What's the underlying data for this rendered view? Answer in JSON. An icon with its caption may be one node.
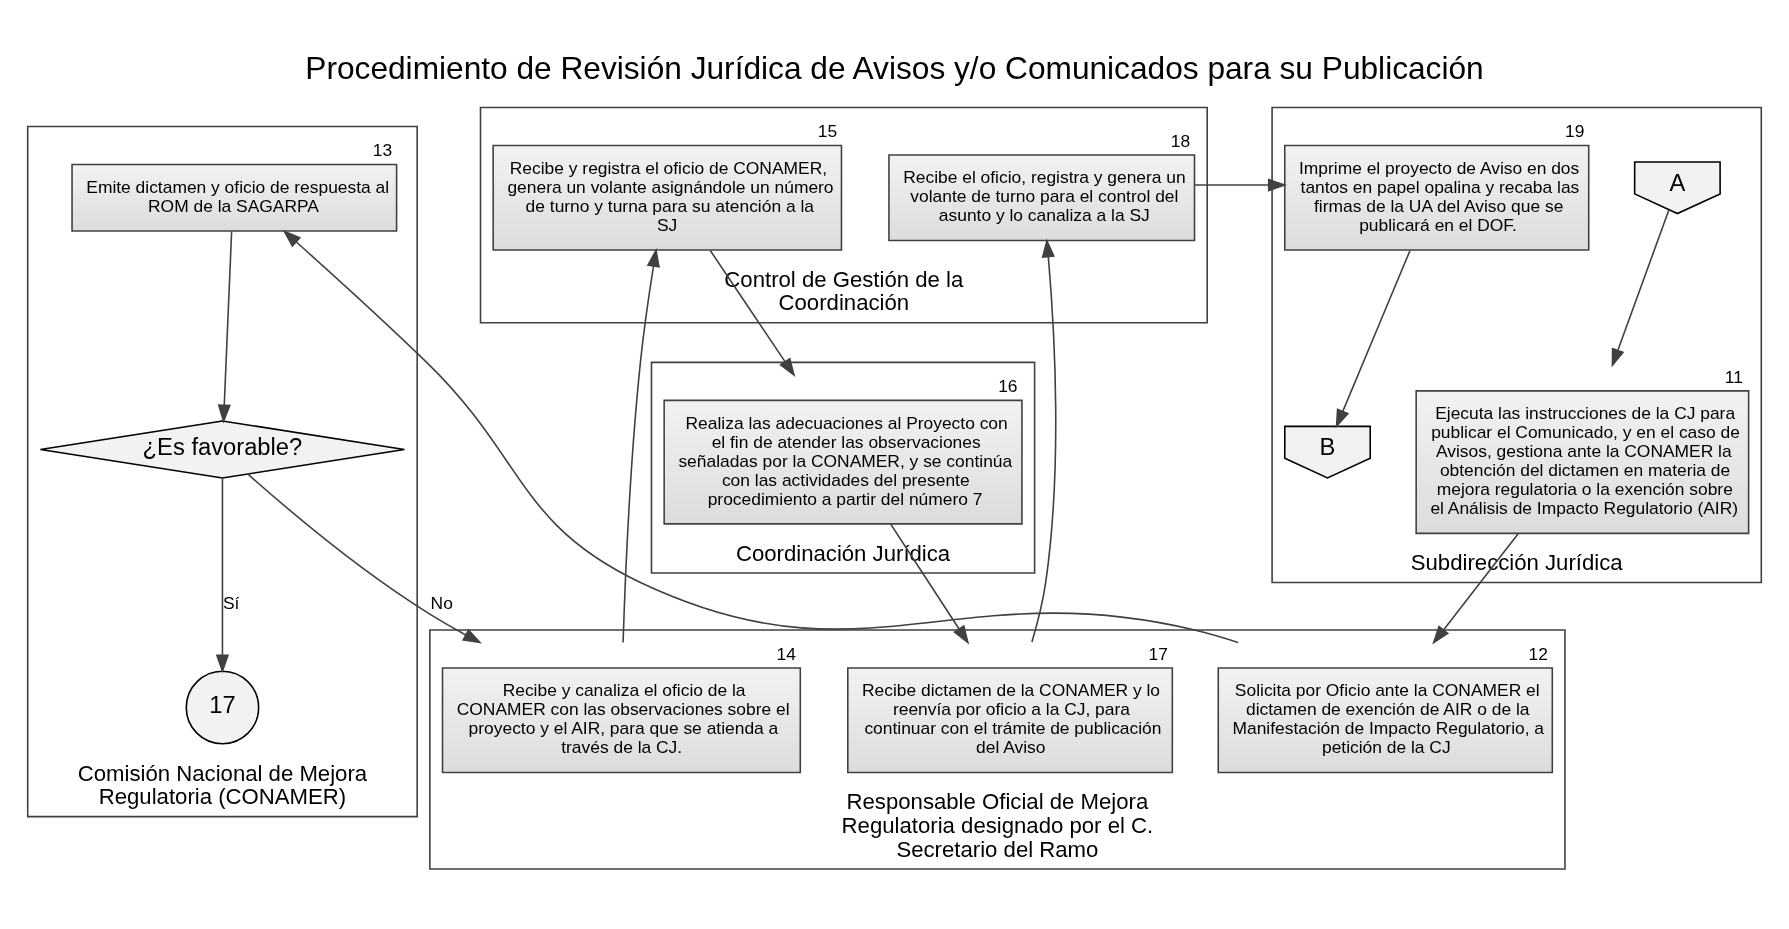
{
  "diagram": {
    "title": "Procedimiento de Revisión Jurídica de Avisos y/o Comunicados para su Publicación",
    "nodes": [
      {
        "text": [
          "Responsable Oficial de Mejora Regulatoria designado por el C. Secretario del Ramo"
        ]
      },
      {
        "text": [
          "Comisión Nacional de Mejora Regulatoria (CONAMER)"
        ]
      },
      {
        "text": [
          "Control de Gestión de la Coordinación"
        ]
      },
      {
        "text": [
          "Coordinación Jurídica"
        ]
      },
      {
        "text": [
          "Subdirección Jurídica"
        ]
      },
      {
        "text": [
          "A"
        ],
        "in": 4
      },
      {
        "text": [
          "Ejecuta las instrucciones de la CJ para publicar el Comunicado, y en el caso de Avisos, gestiona ante la CONAMER la obtención del dictamen en materia de mejora regulatoria o la exención sobre el Análisis de Impacto Regulatorio (AIR)"
        ],
        "beside": [
          "11"
        ],
        "in": 4
      },
      {
        "text": [
          "Solicita por Oficio ante la CONAMER el dictamen de exención de AIR o de la Manifestación de Impacto Regulatorio, a petición de la CJ"
        ],
        "beside": [
          "12"
        ],
        "in": 0
      },
      {
        "text": [
          "Emite dictamen y oficio de respuesta al ROM de la SAGARPA"
        ],
        "beside": [
          "13"
        ],
        "in": 1
      },
      {
        "text": [
          "¿Es favorable?"
        ],
        "in": 1
      },
      {
        "text": [
          "17"
        ],
        "in": 1
      },
      {
        "text": [
          "Recibe y canaliza el oficio de la CONAMER con las observaciones sobre el proyecto y el AIR, para que se atienda a través de la CJ."
        ],
        "beside": [
          "14"
        ],
        "in": 0
      },
      {
        "text": [
          "Recibe y registra el oficio de CONAMER, genera un volante asignándole un número de turno y turna para su atención a la SJ"
        ],
        "beside": [
          "15"
        ],
        "in": 2
      },
      {
        "text": [
          "Realiza las adecuaciones al Proyecto con el fin de atender las observaciones señaladas por la CONAMER, y se continúa con las actividades del presente procedimiento a partir del número 7"
        ],
        "beside": [
          "16"
        ],
        "in": 3
      },
      {
        "text": [
          "Recibe dictamen de la CONAMER y lo reenvía por oficio a la CJ, para continuar con el trámite de publicación del Aviso"
        ],
        "beside": [
          "17"
        ],
        "in": 0
      },
      {
        "text": [
          "Recibe el oficio, registra y genera un volante de turno para el control del asunto y lo canaliza a la SJ"
        ],
        "beside": [
          "18"
        ],
        "in": 2
      },
      {
        "text": [
          "Imprime el proyecto de Aviso en dos tantos en papel opalina y recaba las firmas de la UA del Aviso que se publicará en el DOF."
        ],
        "beside": [
          "19"
        ],
        "in": 4
      },
      {
        "text": [
          "B"
        ],
        "in": 4
      }
    ],
    "edges": [
      {
        "from": 5,
        "to": 6,
        "arrow": "to"
      },
      {
        "from": 6,
        "to": 7,
        "arrow": "to"
      },
      {
        "from": 7,
        "to": 8,
        "arrow": "to"
      },
      {
        "from": 8,
        "to": 9,
        "arrow": "to"
      },
      {
        "from": 9,
        "to": 10,
        "arrow": "to",
        "label": "Sí"
      },
      {
        "from": 9,
        "to": 11,
        "arrow": "to",
        "label": "No"
      },
      {
        "from": 11,
        "to": 12,
        "arrow": "to"
      },
      {
        "from": 12,
        "to": 13,
        "arrow": "to"
      },
      {
        "from": 13,
        "to": 14,
        "arrow": "to"
      },
      {
        "from": 14,
        "to": 15,
        "arrow": "to"
      },
      {
        "from": 15,
        "to": 16,
        "arrow": "to"
      },
      {
        "from": 16,
        "to": 17,
        "arrow": "to"
      }
    ]
  }
}
